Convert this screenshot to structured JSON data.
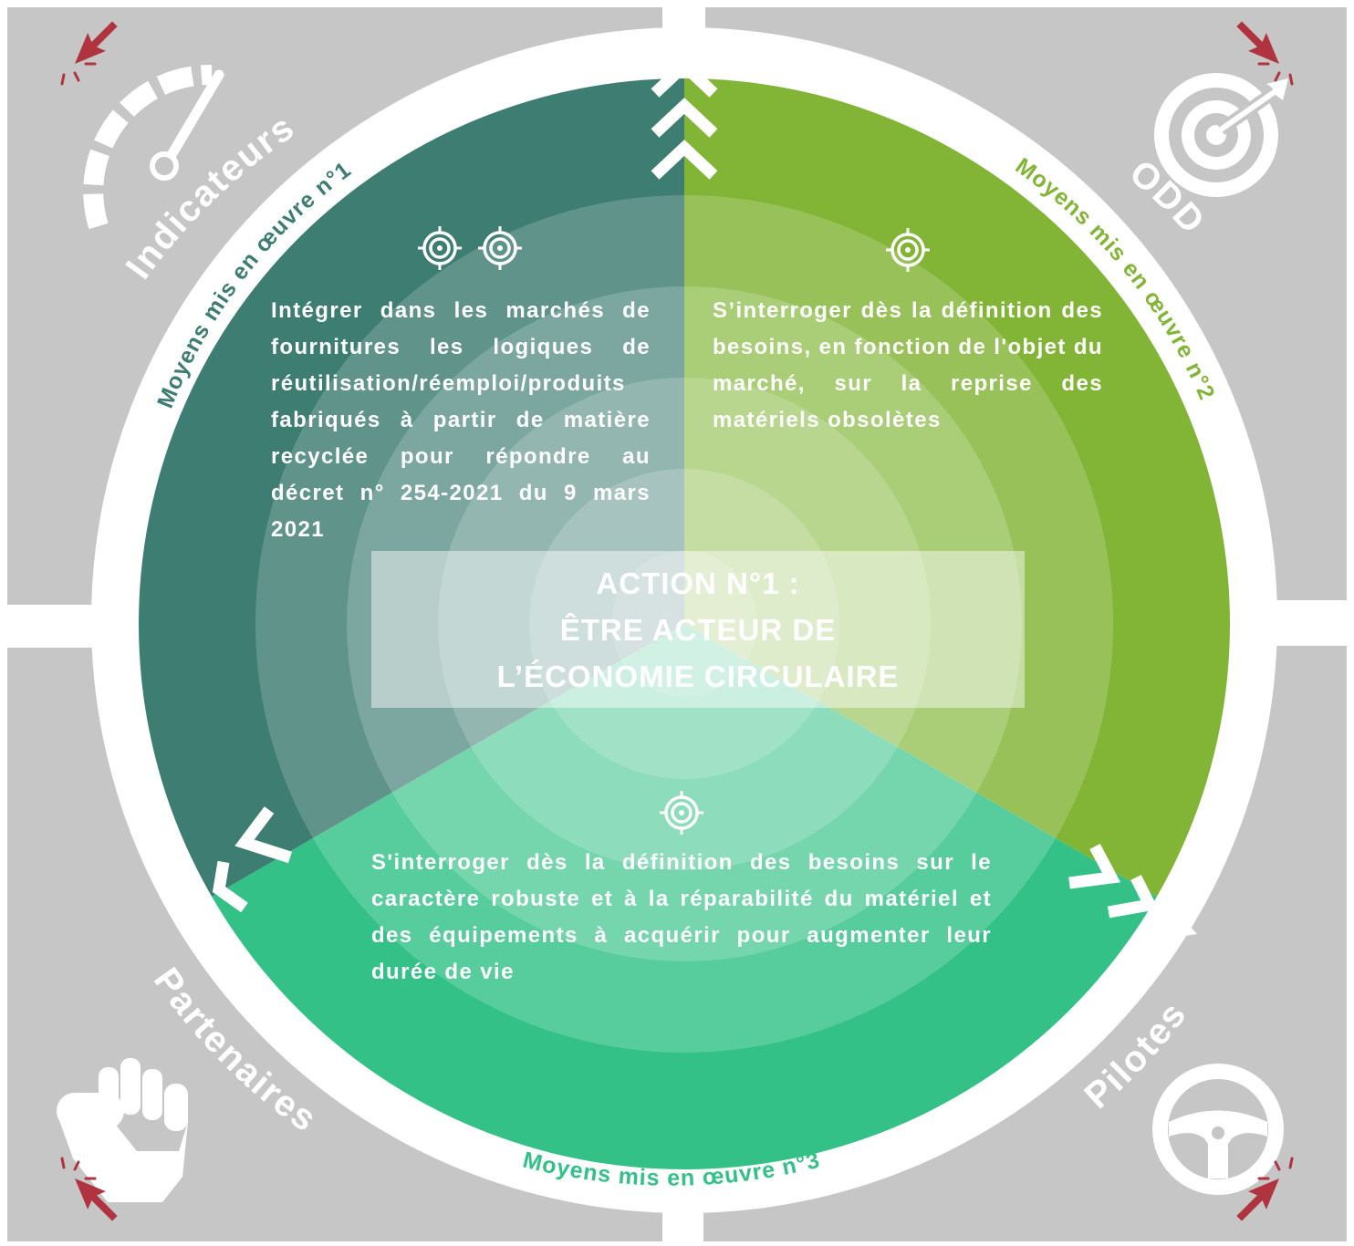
{
  "title": {
    "line1": "ACTION N°1 :",
    "line2": "ÊTRE ACTEUR DE",
    "line3": "L’ÉCONOMIE CIRCULAIRE"
  },
  "segments": [
    {
      "label": "Moyens mis en œuvre n°1",
      "text": "Intégrer dans les marchés de fournitures les logiques de réutilisation/réemploi/produits fabriqués à partir de matière recyclée pour répondre au décret n° 254-2021 du 9 mars 2021",
      "color": "#3d7d72",
      "target_icons": 2
    },
    {
      "label": "Moyens mis en œuvre n°2",
      "text": "S’interroger dès la définition des besoins, en fonction de l'objet du marché, sur la reprise des matériels obsolètes",
      "color": "#82b535",
      "target_icons": 1
    },
    {
      "label": "Moyens mis en œuvre n°3",
      "text": "S'interroger dès la définition des besoins sur le caractère robuste et à la réparabilité du matériel et des équipements à acquérir pour augmenter leur durée de vie",
      "color": "#33c187",
      "target_icons": 1
    }
  ],
  "corners": {
    "top_left": {
      "label": "Indicateurs",
      "icon": "gauge-icon"
    },
    "top_right": {
      "label": "ODD",
      "icon": "target-arrow-icon"
    },
    "bottom_left": {
      "label": "Partenaires",
      "icon": "fist-icon"
    },
    "bottom_right": {
      "label": "Pilotes",
      "icon": "steering-wheel-icon"
    }
  },
  "colors": {
    "corner_bg": "#c6c6c6",
    "cursor": "#b0343f",
    "label2": "#82b535",
    "label3": "#33c187",
    "label1": "#3d7d72"
  }
}
